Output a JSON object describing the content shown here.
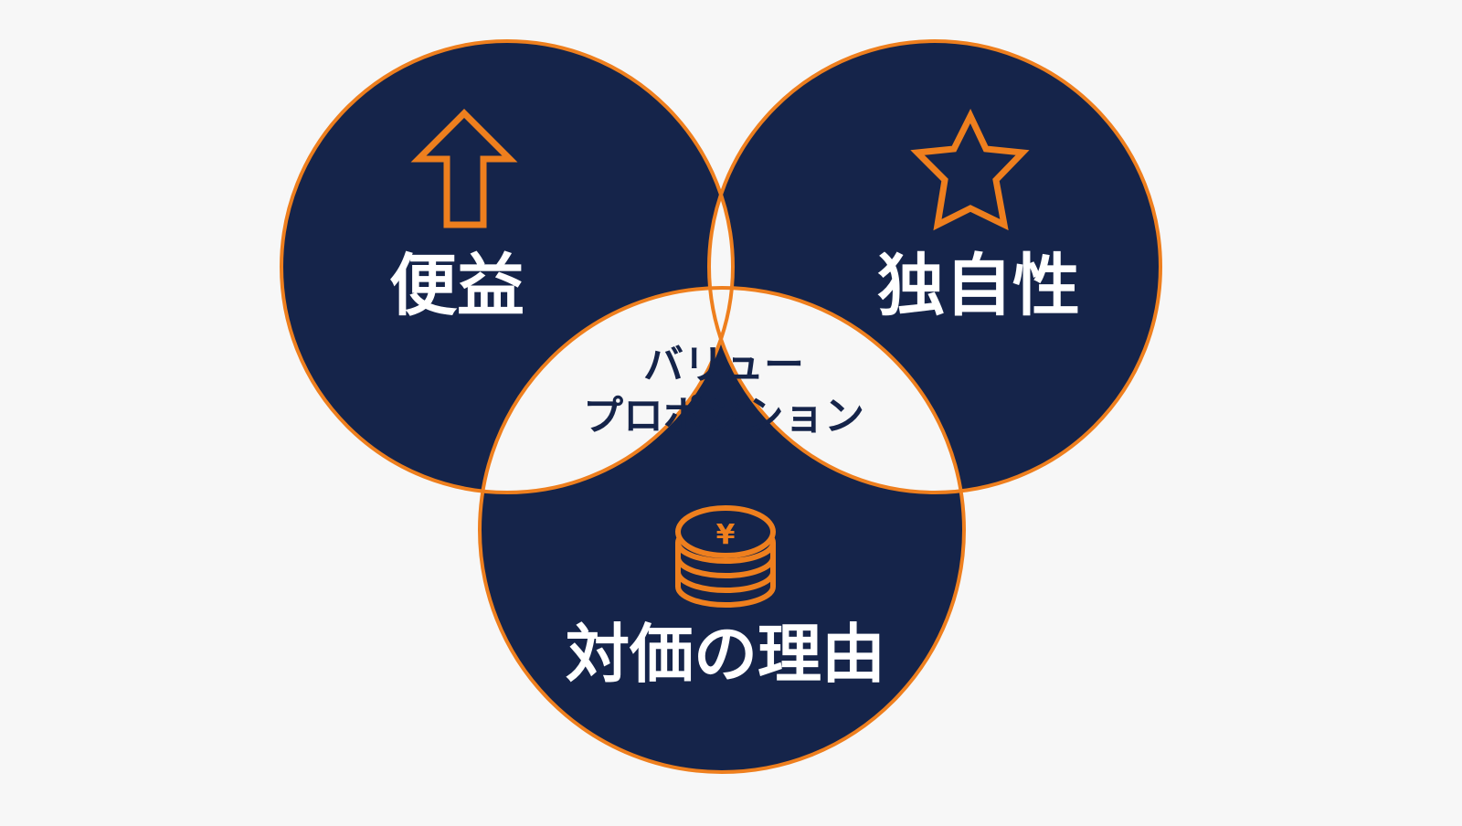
{
  "diagram": {
    "circles": [
      {
        "id": "benefit",
        "label": "便益",
        "icon": "up-arrow-icon"
      },
      {
        "id": "uniqueness",
        "label": "独自性",
        "icon": "star-icon"
      },
      {
        "id": "reason_for_price",
        "label": "対価の理由",
        "icon": "yen-coins-icon"
      }
    ],
    "center": {
      "label_line1": "バリュー",
      "label_line2": "プロポジション"
    }
  },
  "colors": {
    "background": "#f7f7f7",
    "circle_fill": "#15244a",
    "outline": "#ee7f1e",
    "center_fill": "#f7f7f7",
    "label_white": "#ffffff",
    "label_dark": "#15244a",
    "icon": "#ee7f1e"
  }
}
